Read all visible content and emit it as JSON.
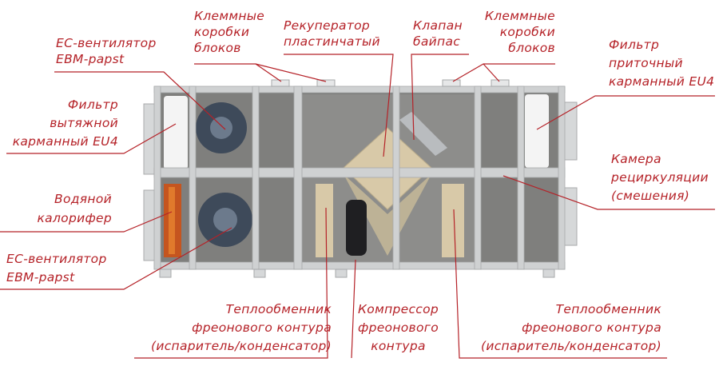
{
  "labels": {
    "terminal_boxes_left": [
      "Клеммные",
      "коробки",
      "блоков"
    ],
    "recuperator": [
      "Рекуператор",
      "пластинчатый"
    ],
    "bypass_valve": [
      "Клапан",
      "байпас"
    ],
    "terminal_boxes_right": [
      "Клеммные",
      "коробки",
      "блоков"
    ],
    "ec_fan_top": [
      "ЕС-вентилятор",
      "EBM-papst"
    ],
    "exhaust_filter": [
      "Фильтр",
      "вытяжной",
      "карманный EU4"
    ],
    "supply_filter": [
      "Фильтр",
      "приточный",
      "карманный EU4"
    ],
    "recirculation_chamber": [
      "Камера",
      "рециркуляции",
      "(смешения)"
    ],
    "water_heater": [
      "Водяной",
      "калорифер"
    ],
    "ec_fan_bottom": [
      "ЕС-вентилятор",
      "EBM-papst"
    ],
    "heat_exchanger_left": [
      "Теплообменник",
      "фреонового контура",
      "(испаритель/конденсатор)"
    ],
    "compressor": [
      "Компрессор",
      "фреонового",
      "контура"
    ],
    "heat_exchanger_right": [
      "Теплообменник",
      "фреонового контура",
      "(испаритель/конденсатор)"
    ]
  },
  "colors": {
    "label": "#b52228",
    "frame": "#c9cbcc",
    "panel": "#9a9a98",
    "beige": "#d8c9a8"
  }
}
